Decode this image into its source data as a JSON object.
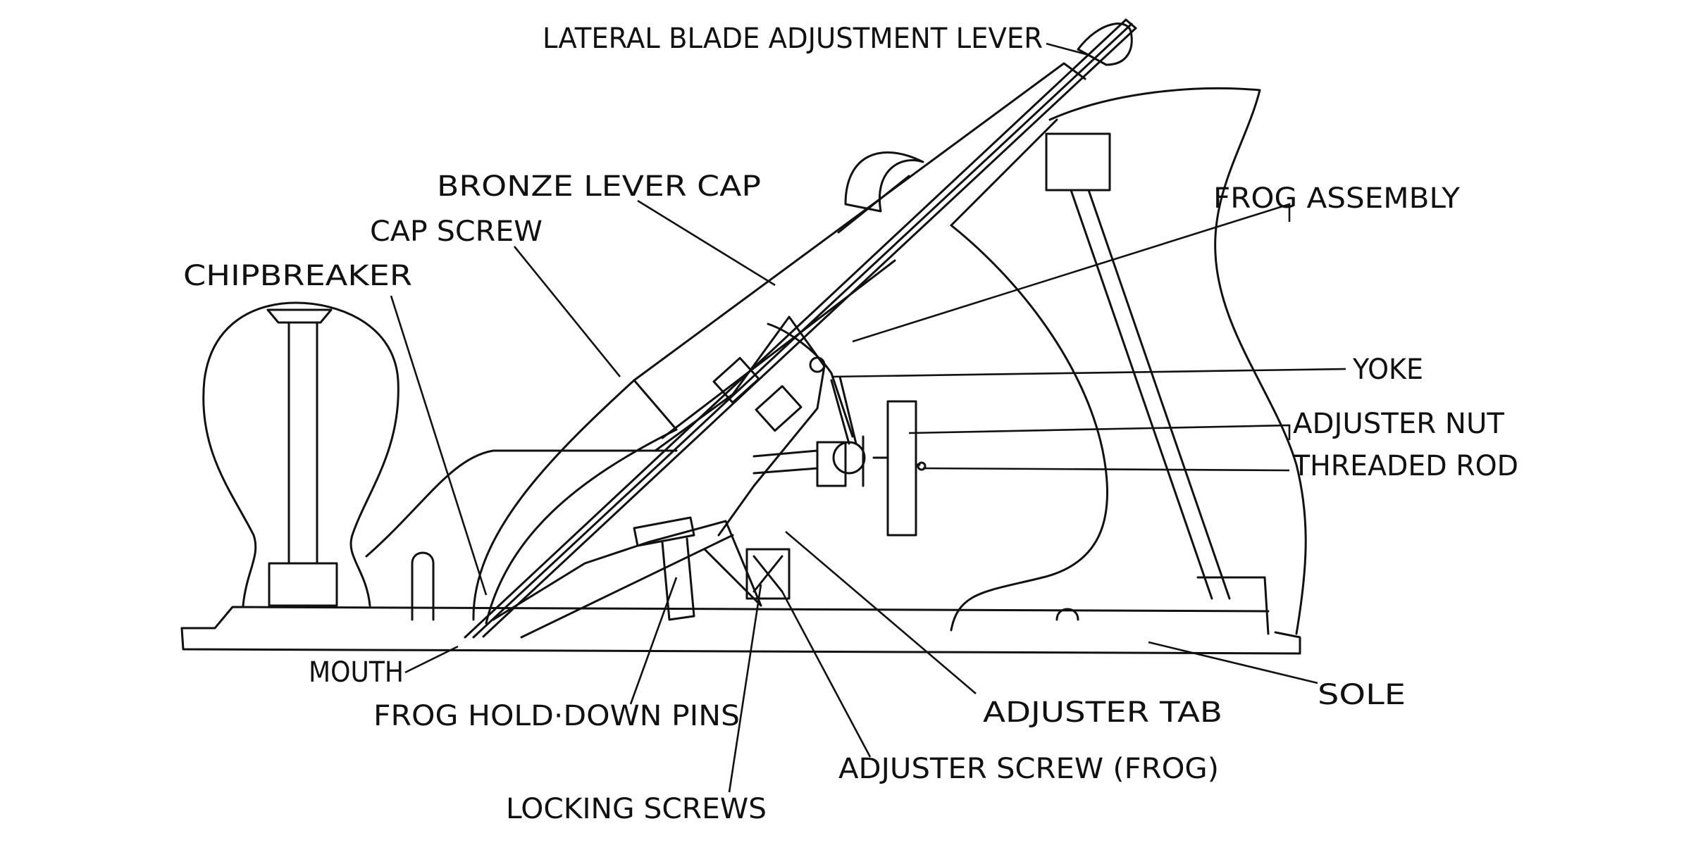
{
  "labels": {
    "lateral_blade_adjustment_lever": "LATERAL BLADE ADJUSTMENT LEVER",
    "bronze_lever_cap": "BRONZE LEVER CAP",
    "cap_screw": "CAP SCREW",
    "chipbreaker": "CHIPBREAKER",
    "frog_assembly": "FROG ASSEMBLY",
    "yoke": "YOKE",
    "adjuster_nut": "ADJUSTER NUT",
    "threaded_rod": "THREADED ROD",
    "mouth": "MOUTH",
    "frog_hold_down_pins": "FROG HOLD·DOWN PINS",
    "adjuster_tab": "ADJUSTER TAB",
    "sole": "SOLE",
    "adjuster_screw_frog": "ADJUSTER SCREW (FROG)",
    "locking_screws": "LOCKING SCREWS"
  },
  "colors": {
    "ink": "#111111",
    "background": "#ffffff"
  }
}
